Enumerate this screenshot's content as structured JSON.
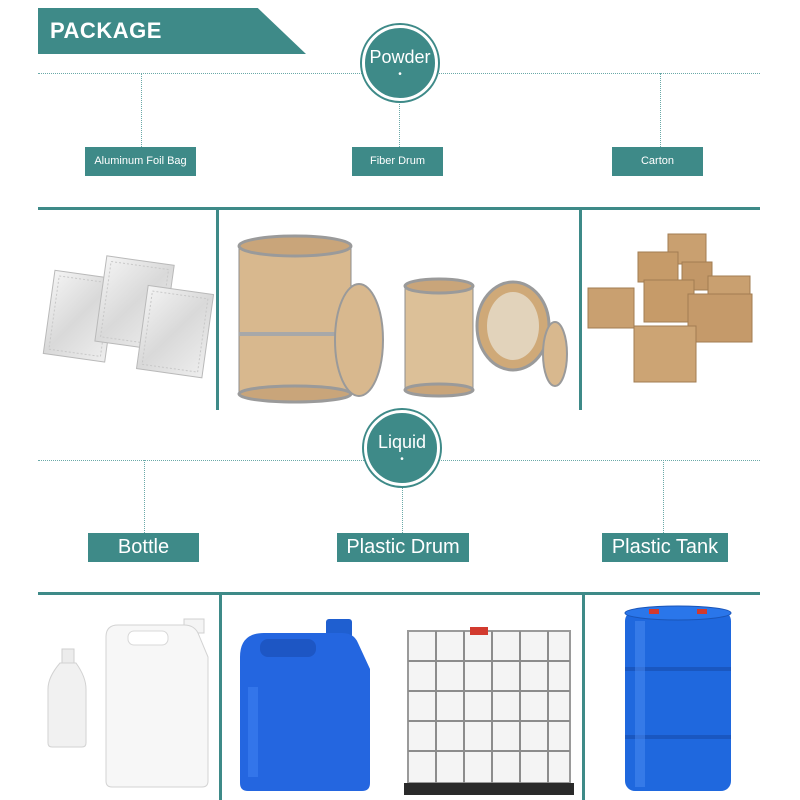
{
  "header": {
    "title": "PACKAGE"
  },
  "powder": {
    "title": "Powder",
    "items": [
      {
        "label": "Aluminum Foil Bag",
        "image": "aluminum-foil-bag-image"
      },
      {
        "label": "Fiber Drum",
        "image": "fiber-drum-image"
      },
      {
        "label": "Carton",
        "image": "carton-image"
      }
    ]
  },
  "liquid": {
    "title": "Liquid",
    "items": [
      {
        "label": "Bottle",
        "image": "bottle-image"
      },
      {
        "label": "Plastic Drum",
        "image": "plastic-drum-image"
      },
      {
        "label": "Plastic Tank",
        "image": "plastic-tank-image"
      }
    ]
  },
  "colors": {
    "accent": "#3e8a88",
    "background": "#ffffff"
  }
}
